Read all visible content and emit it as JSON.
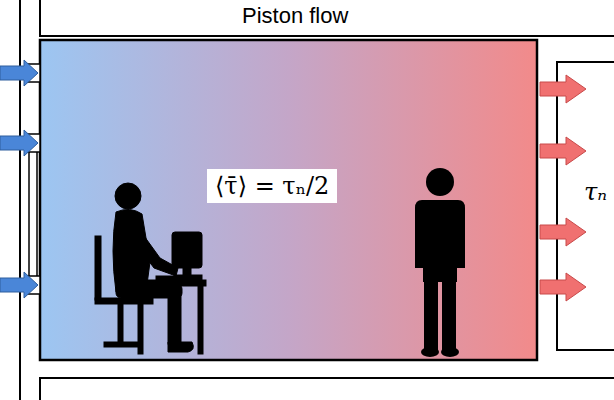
{
  "diagram": {
    "title": "Piston flow",
    "labels": [
      "⟨τ̄⟩ = τₙ/2",
      "τₙ"
    ]
  }
}
